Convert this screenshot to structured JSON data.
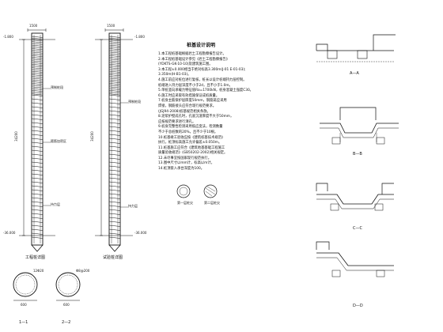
{
  "pile_left": {
    "title": "工程桩详图",
    "top_dim": "1500",
    "level_top": "-1.800",
    "level_bottom": "-36.000",
    "total_length": "34200",
    "label_a": "预制桩段",
    "label_b": "箍筋加密区",
    "label_c": "持力层"
  },
  "pile_right": {
    "title": "试验桩详图",
    "top_dim": "1500",
    "level_top": "-1.800",
    "level_bottom": "-36.000",
    "total_length": "34200",
    "label_a": "预制桩段",
    "label_b": "持力层"
  },
  "sections_small": {
    "label_1": "1—1",
    "label_2": "2—2",
    "dim_1": "600",
    "dim_2": "600",
    "rebar_1": "12Φ20",
    "rebar_2": "Φ8@200"
  },
  "notes": {
    "title": "桩基设计说明",
    "lines": [
      "1.本工程桩基础根据岩土工程勘察报告设计。",
      "2.本工程桩基础设计参见《岩土工程勘察报告》",
      "  (YDKTS-GK-10-10)及建筑施工图。",
      "3.本工程±0.000相当于绝对标高3.300m(J-01 E-01-03);",
      "  3.350m(H-B1-03)。",
      "4.施工前应对桩位进行复核，桩长以设计桩端持力层控制。",
      "  桩端进入持力层深度不小于2d，且不小于1.0m。",
      "5.单桩竖向承载力特征值Ra=1700kN，桩身混凝土强度C30。",
      "6.施工时应采取有效措施保证成桩质量。",
      "7.桩身主筋保护层厚度50mm，钢筋笼应采用",
      "  焊接，钢筋接头应符合现行规范要求。",
      "  (JGJ94-2008)桩基规范相关条款。",
      "8.泥浆护壁成孔时，孔底沉渣厚度不大于50mm，",
      "  应按规范要求进行清孔。",
      "9.桩身完整性检测采用低应变法，检测数量",
      "  不少于总桩数的20%，且不少于10根。",
      "10.桩基竣工验收应按《建筑桩基技术规范》",
      "  执行。桩顶标高施工允许偏差±0.050m。",
      "11.桩基施工应符合《建筑地基基础工程施工",
      "  质量验收规范》(GB50202-2002)相关规定。",
      "12.未尽事宜按国家现行规范执行。",
      "13.图中尺寸以mm计，标高以m计。",
      "14.桩顶嵌入承台深度为100。"
    ],
    "legend_1": "第一层桩尖",
    "legend_2": "第二层桩尖"
  },
  "sections_right": {
    "label_a": "A—A",
    "label_b": "B—B",
    "label_c": "C—C",
    "label_d": "D—D"
  }
}
